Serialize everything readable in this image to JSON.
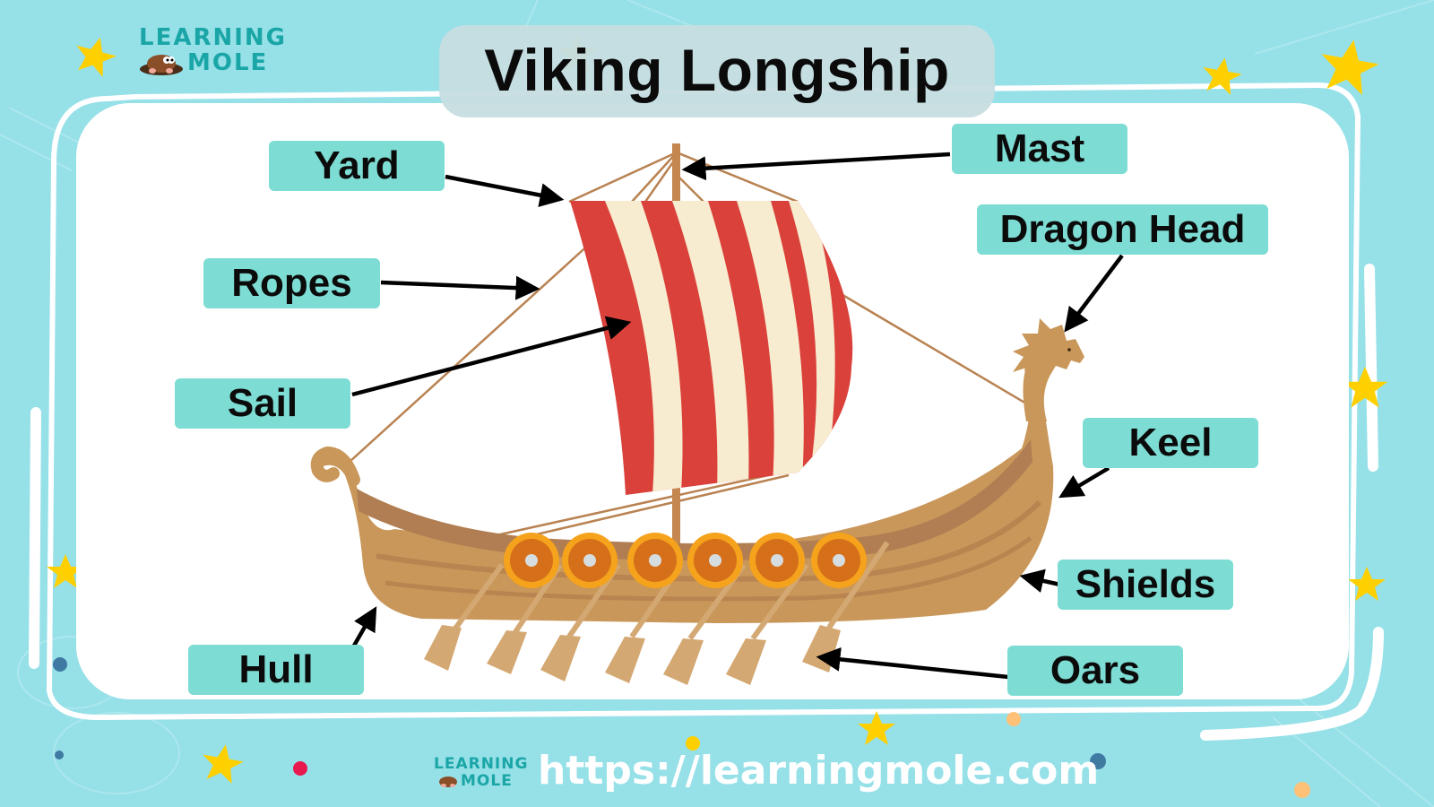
{
  "title": "Viking Longship",
  "brand": {
    "logo_top_line1": "LEARNING",
    "logo_top_line2": "MOLE",
    "logo_bottom_line1": "LEARNING",
    "logo_bottom_line2": "MOLE",
    "url": "https://learningmole.com"
  },
  "labels": [
    {
      "id": "yard",
      "text": "Yard"
    },
    {
      "id": "mast",
      "text": "Mast"
    },
    {
      "id": "dragon-head",
      "text": "Dragon Head"
    },
    {
      "id": "ropes",
      "text": "Ropes"
    },
    {
      "id": "sail",
      "text": "Sail"
    },
    {
      "id": "keel",
      "text": "Keel"
    },
    {
      "id": "shields",
      "text": "Shields"
    },
    {
      "id": "hull",
      "text": "Hull"
    },
    {
      "id": "oars",
      "text": "Oars"
    }
  ],
  "colors": {
    "background": "#96e0e8",
    "panel": "#ffffff",
    "label_fill": "#7ddcd3",
    "title_box": "#c6dde0",
    "sail_red": "#d9413a",
    "sail_cream": "#f8ecd0",
    "hull_light": "#c9975a",
    "hull_dark": "#b07e52",
    "shield_rim": "#f5a21c",
    "shield_body": "#d66f1a",
    "shield_boss": "#d6dde0",
    "oar": "#d4a872",
    "star": "#ffd000"
  }
}
